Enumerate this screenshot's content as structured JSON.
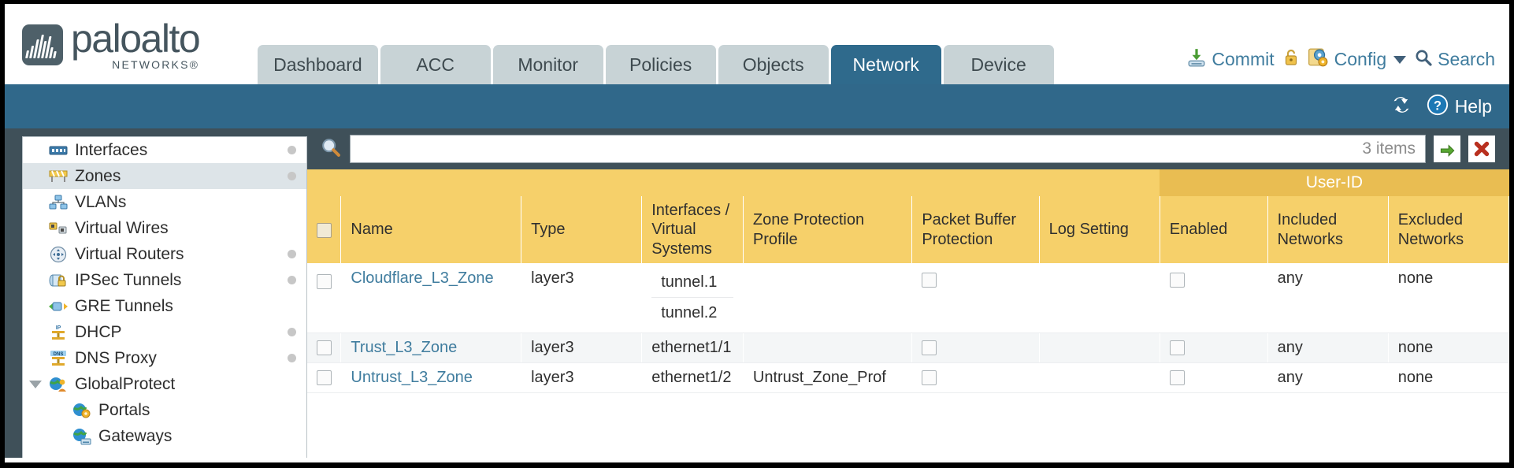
{
  "brand": {
    "name": "paloalto",
    "sub": "NETWORKS®",
    "mark_icon": "paloalto-logo-icon"
  },
  "nav_tabs": [
    {
      "label": "Dashboard",
      "active": false
    },
    {
      "label": "ACC",
      "active": false
    },
    {
      "label": "Monitor",
      "active": false
    },
    {
      "label": "Policies",
      "active": false
    },
    {
      "label": "Objects",
      "active": false
    },
    {
      "label": "Network",
      "active": true
    },
    {
      "label": "Device",
      "active": false
    }
  ],
  "top_actions": {
    "commit": {
      "label": "Commit",
      "icon": "commit-save-icon"
    },
    "lock": {
      "label": "",
      "icon": "padlock-icon"
    },
    "config": {
      "label": "Config",
      "icon": "config-wrench-icon",
      "caret": "chevron-down-icon"
    },
    "search": {
      "label": "Search",
      "icon": "search-magnifier-icon"
    }
  },
  "blueband": {
    "refresh_icon": "refresh-icon",
    "help_label": "Help",
    "help_icon": "help-question-icon"
  },
  "sidebar": {
    "items": [
      {
        "label": "Interfaces",
        "icon": "interfaces-icon",
        "selected": false,
        "dot": true,
        "child": false,
        "expander": ""
      },
      {
        "label": "Zones",
        "icon": "zones-icon",
        "selected": true,
        "dot": true,
        "child": false,
        "expander": ""
      },
      {
        "label": "VLANs",
        "icon": "vlans-icon",
        "selected": false,
        "dot": false,
        "child": false,
        "expander": ""
      },
      {
        "label": "Virtual Wires",
        "icon": "virtual-wires-icon",
        "selected": false,
        "dot": false,
        "child": false,
        "expander": ""
      },
      {
        "label": "Virtual Routers",
        "icon": "virtual-routers-icon",
        "selected": false,
        "dot": true,
        "child": false,
        "expander": ""
      },
      {
        "label": "IPSec Tunnels",
        "icon": "ipsec-tunnels-icon",
        "selected": false,
        "dot": true,
        "child": false,
        "expander": ""
      },
      {
        "label": "GRE Tunnels",
        "icon": "gre-tunnels-icon",
        "selected": false,
        "dot": false,
        "child": false,
        "expander": ""
      },
      {
        "label": "DHCP",
        "icon": "dhcp-icon",
        "selected": false,
        "dot": true,
        "child": false,
        "expander": ""
      },
      {
        "label": "DNS Proxy",
        "icon": "dns-proxy-icon",
        "selected": false,
        "dot": true,
        "child": false,
        "expander": ""
      },
      {
        "label": "GlobalProtect",
        "icon": "globalprotect-icon",
        "selected": false,
        "dot": false,
        "child": false,
        "expander": "expanded"
      },
      {
        "label": "Portals",
        "icon": "portals-icon",
        "selected": false,
        "dot": false,
        "child": true,
        "expander": ""
      },
      {
        "label": "Gateways",
        "icon": "gateways-icon",
        "selected": false,
        "dot": false,
        "child": true,
        "expander": ""
      }
    ]
  },
  "search": {
    "value": "",
    "placeholder": "",
    "icon": "search-magnifier-icon",
    "items_count": "3 items",
    "apply_icon": "green-arrow-icon",
    "clear_icon": "red-x-icon"
  },
  "table": {
    "group_header": {
      "label": "User-ID",
      "span": 3
    },
    "columns": [
      "Name",
      "Type",
      "Interfaces / Virtual Systems",
      "Zone Protection Profile",
      "Packet Buffer Protection",
      "Log Setting",
      "Enabled",
      "Included Networks",
      "Excluded Networks"
    ],
    "select_all_checkbox": false,
    "rows": [
      {
        "selected": false,
        "name": "Cloudflare_L3_Zone",
        "type": "layer3",
        "interfaces": [
          "tunnel.1",
          "tunnel.2"
        ],
        "zone_protection_profile": "",
        "packet_buffer_protection": false,
        "log_setting": "",
        "user_id_enabled": false,
        "included_networks": "any",
        "excluded_networks": "none"
      },
      {
        "selected": false,
        "name": "Trust_L3_Zone",
        "type": "layer3",
        "interfaces": [
          "ethernet1/1"
        ],
        "zone_protection_profile": "",
        "packet_buffer_protection": false,
        "log_setting": "",
        "user_id_enabled": false,
        "included_networks": "any",
        "excluded_networks": "none"
      },
      {
        "selected": false,
        "name": "Untrust_L3_Zone",
        "type": "layer3",
        "interfaces": [
          "ethernet1/2"
        ],
        "zone_protection_profile": "Untrust_Zone_Prof",
        "packet_buffer_protection": false,
        "log_setting": "",
        "user_id_enabled": false,
        "included_networks": "any",
        "excluded_networks": "none"
      }
    ]
  },
  "colors": {
    "brand_dark": "#45555e",
    "tab_active": "#2f6a8c",
    "tab_inactive": "#c8d3d6",
    "band_blue": "#30688a",
    "table_header_yellow": "#f6d06a",
    "group_header_yellow": "#e9bd52",
    "link_blue": "#3f7c9e",
    "page_backdrop": "#3f5059"
  }
}
